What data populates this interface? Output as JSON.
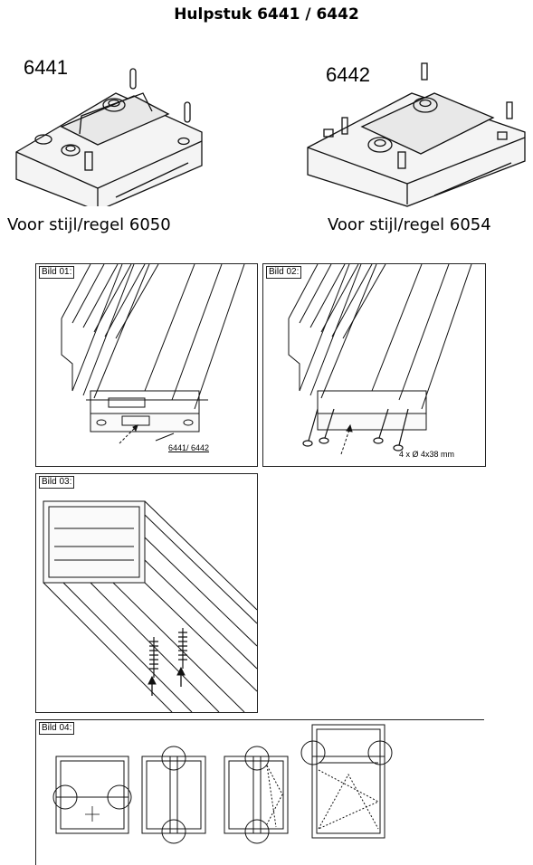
{
  "title": "Hulpstuk 6441 / 6442",
  "parts": [
    {
      "id": "6441",
      "caption": "Voor stijl/regel 6050"
    },
    {
      "id": "6442",
      "caption": "Voor stijl/regel 6054"
    }
  ],
  "panels": {
    "bild01": {
      "tag": "Bild 01:",
      "note": "6441/ 6442"
    },
    "bild02": {
      "tag": "Bild 02:",
      "note": "4 x Ø 4x38 mm"
    },
    "bild03": {
      "tag": "Bild 03:"
    },
    "bild04": {
      "tag": "Bild 04:"
    }
  }
}
